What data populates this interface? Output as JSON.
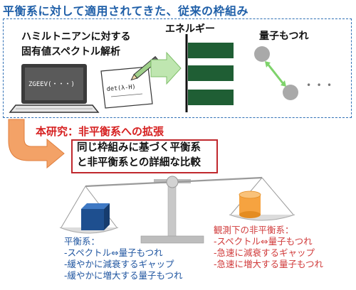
{
  "top_title": "平衡系に対して適用されてきた、従来の枠組み",
  "hamiltonian_label": [
    "ハミルトニアンに対する",
    "固有値スペクトル解析"
  ],
  "laptop_screen_text": "ZGEEV(・・・)",
  "paper_formula": "det(λ-H)",
  "energy_label": "エネルギー",
  "entanglement_label": "量子もつれ",
  "extension_label": "本研究：非平衡系への拡張",
  "comparison_text": [
    "同じ枠組みに基づく平衡系",
    "と非平衡系との詳細な比較"
  ],
  "equilibrium": {
    "heading": "平衡系：",
    "items": [
      "-スペクトル⇔量子もつれ",
      "-緩やかに減衰するギャップ",
      "-緩やかに増大する量子もつれ"
    ]
  },
  "nonequilibrium": {
    "heading": "観測下の非平衡系：",
    "items": [
      "-スペクトル⇔量子もつれ",
      "-急速に減衰するギャップ",
      "-急速に増大する量子もつれ"
    ]
  },
  "colors": {
    "frame_blue": "#2f6fb5",
    "energy_bar": "#1f5e34",
    "arrow_green": "#bfe6b0",
    "arrow_orange": "#f3a267",
    "cube_blue": "#1e4f8f",
    "cylinder_orange": "#f6a340",
    "highlight_red": "#d62020"
  }
}
